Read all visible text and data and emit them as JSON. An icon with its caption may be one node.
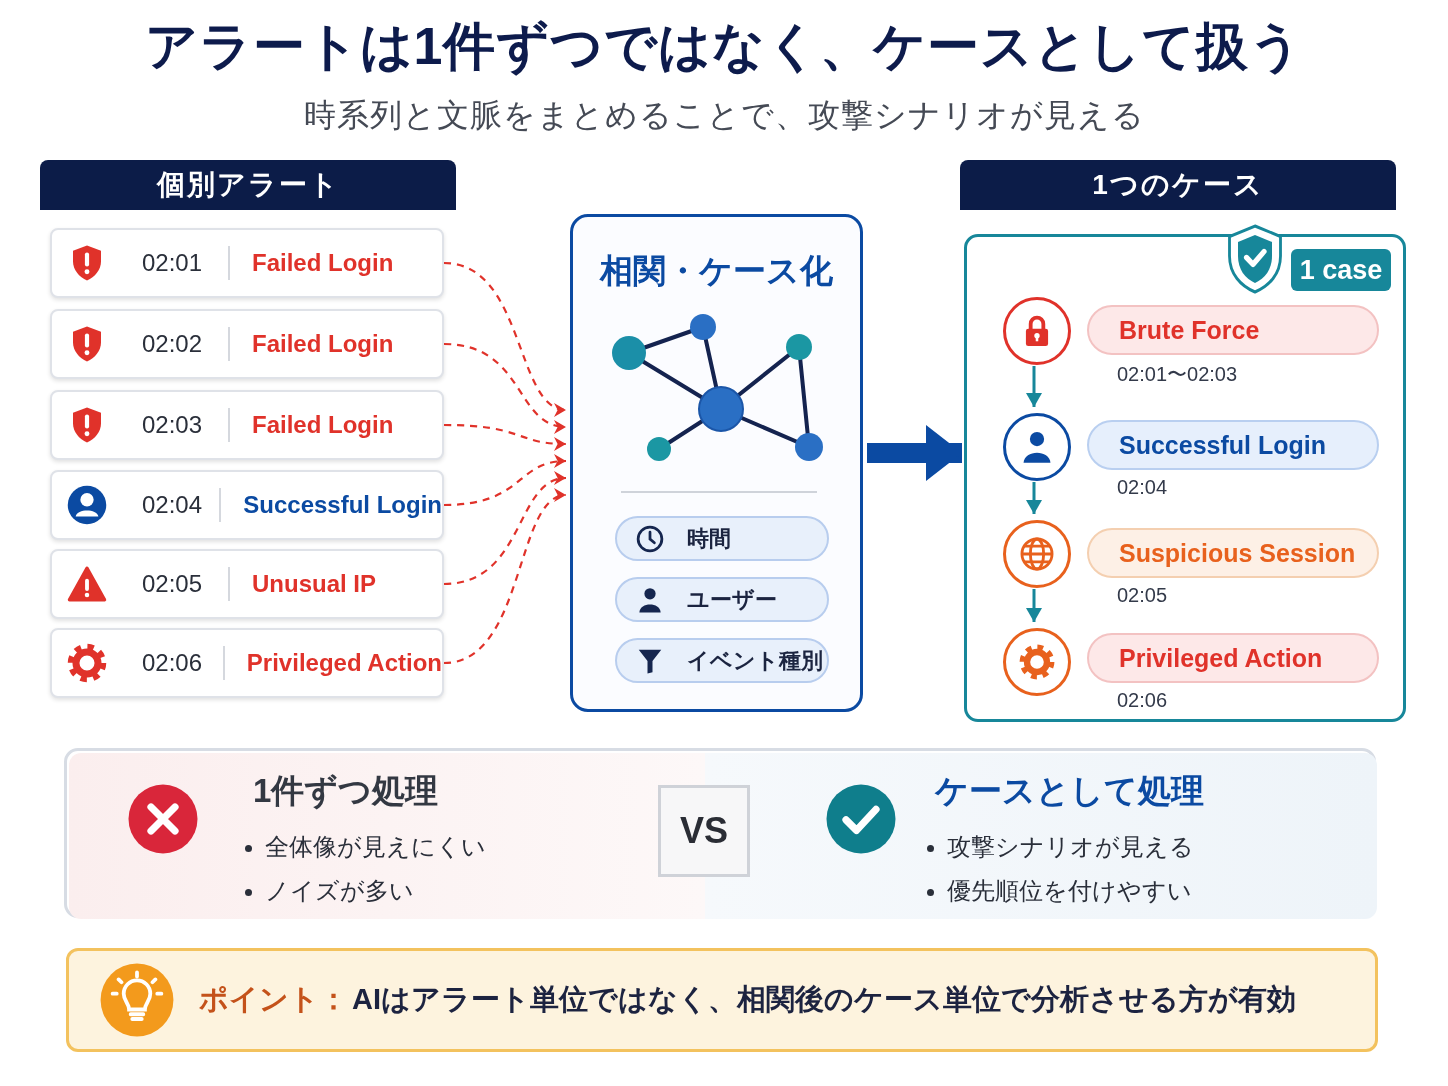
{
  "diagram": {
    "title": "アラートは1件ずつではなく、ケースとして扱う",
    "nodes": [
      {
        "text": [
          "個別アラート"
        ]
      },
      {
        "text": [
          "02:01",
          "Failed Login"
        ]
      },
      {
        "text": [
          "02:02",
          "Failed Login"
        ]
      },
      {
        "text": [
          "02:03",
          "Failed Login"
        ]
      },
      {
        "text": [
          "02:04",
          "Successful Login"
        ]
      },
      {
        "text": [
          "02:05",
          "Unusual IP"
        ]
      },
      {
        "text": [
          "02:06",
          "Privileged Action"
        ]
      },
      {
        "text": [
          "相関・ケース化"
        ]
      },
      {
        "text": [
          "時間"
        ],
        "in": 7
      },
      {
        "text": [
          "ユーザー"
        ],
        "in": 7
      },
      {
        "text": [
          "イベント種別"
        ],
        "in": 7
      },
      {
        "text": [
          "1つのケース"
        ]
      },
      {
        "text": [],
        "shape": "box"
      },
      {
        "text": [
          "1 case"
        ],
        "in": 12
      },
      {
        "text": [],
        "shape": "circle",
        "in": 12
      },
      {
        "text": [
          "Brute Force"
        ],
        "in": 12,
        "beside": [
          "02:01〜02:03"
        ]
      },
      {
        "text": [],
        "shape": "circle",
        "in": 12
      },
      {
        "text": [
          "Successful Login"
        ],
        "in": 12,
        "beside": [
          "02:04"
        ]
      },
      {
        "text": [],
        "shape": "circle",
        "in": 12
      },
      {
        "text": [
          "Suspicious Session"
        ],
        "in": 12,
        "beside": [
          "02:05"
        ]
      },
      {
        "text": [],
        "shape": "circle",
        "in": 12
      },
      {
        "text": [
          "Privileged Action"
        ],
        "in": 12,
        "beside": [
          "02:06"
        ]
      },
      {
        "text": [],
        "shape": "box"
      },
      {
        "text": [
          "1件ずつ処理",
          "全体像が見えにくい",
          "ノイズが多い"
        ],
        "in": 22
      },
      {
        "text": [
          "VS"
        ],
        "in": 22
      },
      {
        "text": [
          "ケースとして処理",
          "攻撃シナリオが見える",
          "優先順位を付けやすい"
        ],
        "in": 22
      },
      {
        "text": [
          "ポイント：",
          "AIはアラート単位ではなく、相関後のケース単位で分析させる方が有効"
        ]
      }
    ],
    "edges": [
      {
        "from": 1,
        "to": 7,
        "arrow": "to",
        "style": "dashed",
        "color": "#e0322a"
      },
      {
        "from": 2,
        "to": 7,
        "arrow": "to",
        "style": "dashed",
        "color": "#e0322a"
      },
      {
        "from": 3,
        "to": 7,
        "arrow": "to",
        "style": "dashed",
        "color": "#e0322a"
      },
      {
        "from": 4,
        "to": 7,
        "arrow": "to",
        "style": "dashed",
        "color": "#e0322a"
      },
      {
        "from": 5,
        "to": 7,
        "arrow": "to",
        "style": "dashed",
        "color": "#e0322a"
      },
      {
        "from": 6,
        "to": 7,
        "arrow": "to",
        "style": "dashed",
        "color": "#e0322a"
      },
      {
        "from": 7,
        "to": 12,
        "arrow": "to",
        "style": "thick",
        "color": "#0b4aa2"
      },
      {
        "from": 14,
        "to": 16,
        "arrow": "to",
        "color": "#17879a"
      },
      {
        "from": 16,
        "to": 18,
        "arrow": "to",
        "color": "#17879a"
      },
      {
        "from": 18,
        "to": 20,
        "arrow": "to",
        "color": "#17879a"
      }
    ],
    "labels": [
      "時系列と文脈をまとめることで、攻撃シナリオが見える"
    ]
  }
}
